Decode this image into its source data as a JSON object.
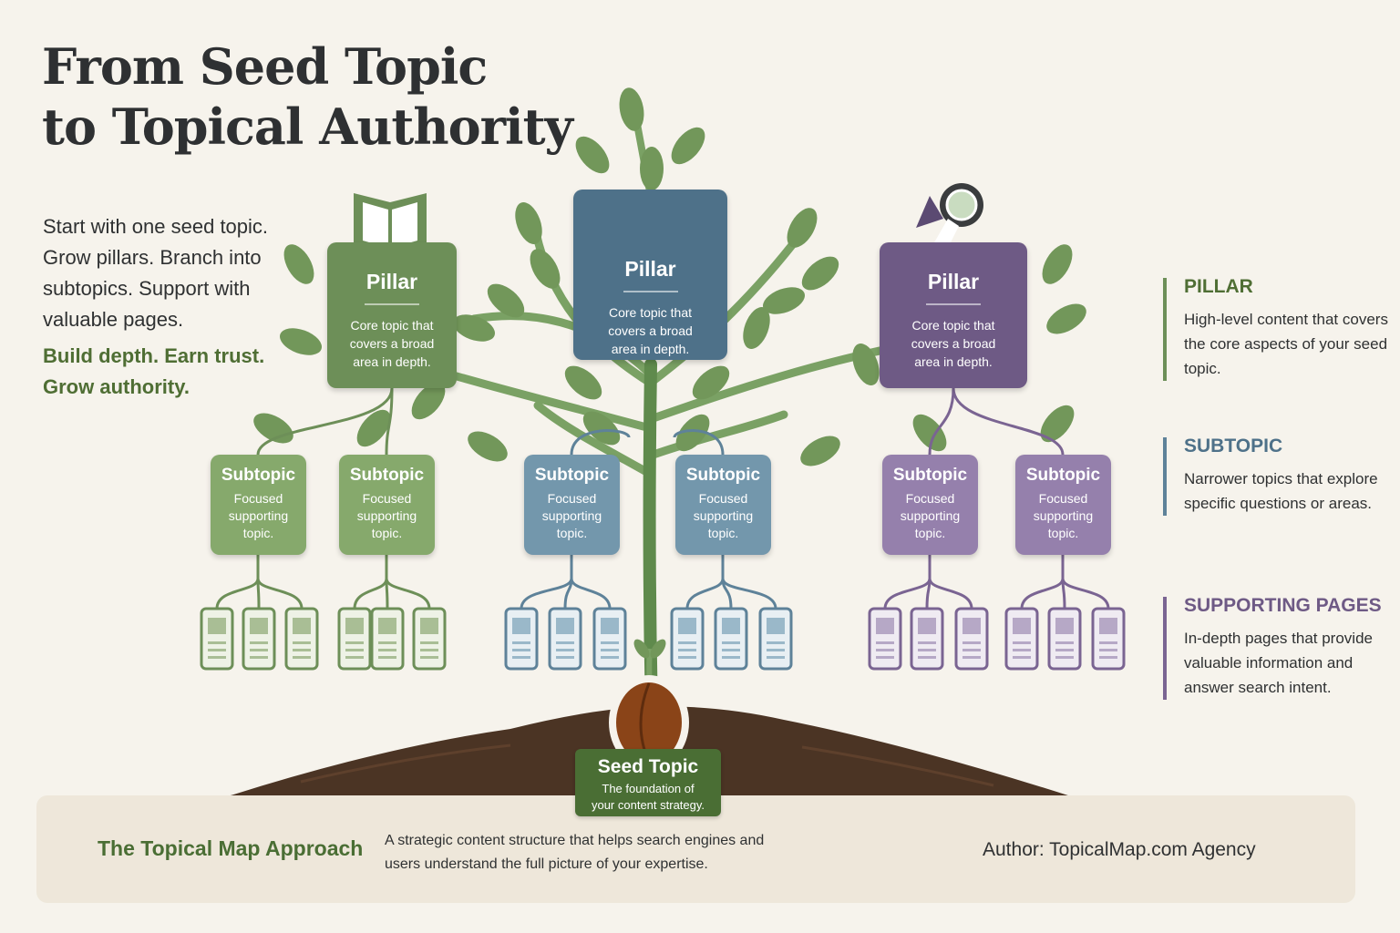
{
  "title": {
    "line1": "From Seed Topic",
    "line2": "to Topical Authority"
  },
  "intro": {
    "lines": [
      "Start with one seed topic.",
      "Grow pillars. Branch into",
      "subtopics. Support with",
      "valuable pages."
    ],
    "accent_lines": [
      "Build depth. Earn trust.",
      "Grow authority."
    ]
  },
  "pillars": [
    {
      "title": "Pillar",
      "desc": "Core topic that covers a broad area in depth.",
      "icon": "book-icon",
      "color": "#6d8f58"
    },
    {
      "title": "Pillar",
      "desc": "Core topic that covers a broad area in depth.",
      "icon": "cart-icon",
      "color": "#4e7189"
    },
    {
      "title": "Pillar",
      "desc": "Core topic that covers a broad area in depth.",
      "icon": "magnifier-icon",
      "color": "#6e5a85"
    }
  ],
  "subtopic": {
    "title": "Subtopic",
    "desc": "Focused supporting topic."
  },
  "branch_colors": {
    "green": {
      "card": "#86a96c",
      "line": "#6d8f58",
      "page_fill": "#eef2e6",
      "thumb": "#a9be95"
    },
    "blue": {
      "card": "#7397ac",
      "line": "#5e8299",
      "page_fill": "#e8eff3",
      "thumb": "#9ab8c9"
    },
    "purple": {
      "card": "#9580ac",
      "line": "#7a6492",
      "page_fill": "#efebf2",
      "thumb": "#b6a8c6"
    }
  },
  "legend": [
    {
      "title": "PILLAR",
      "desc": "High-level content that covers the core aspects of your seed topic.",
      "color": "#6d8f58"
    },
    {
      "title": "SUBTOPIC",
      "desc": "Narrower topics that explore specific questions or areas.",
      "color": "#5e8299"
    },
    {
      "title": "SUPPORTING PAGES",
      "desc": "In-depth pages that provide valuable information and answer search intent.",
      "color": "#7a6492"
    }
  ],
  "seed": {
    "title": "Seed Topic",
    "desc_line1": "The foundation of",
    "desc_line2": "your content strategy."
  },
  "footer": {
    "heading": "The Topical Map Approach",
    "desc": "A strategic content structure that helps search engines and users understand the full picture of your expertise.",
    "author": "Author: TopicalMap.com Agency"
  },
  "colors": {
    "leaf": "#72975a",
    "stem": "#7aa164",
    "soil": "#4b3424",
    "seed": "#8a4418"
  }
}
